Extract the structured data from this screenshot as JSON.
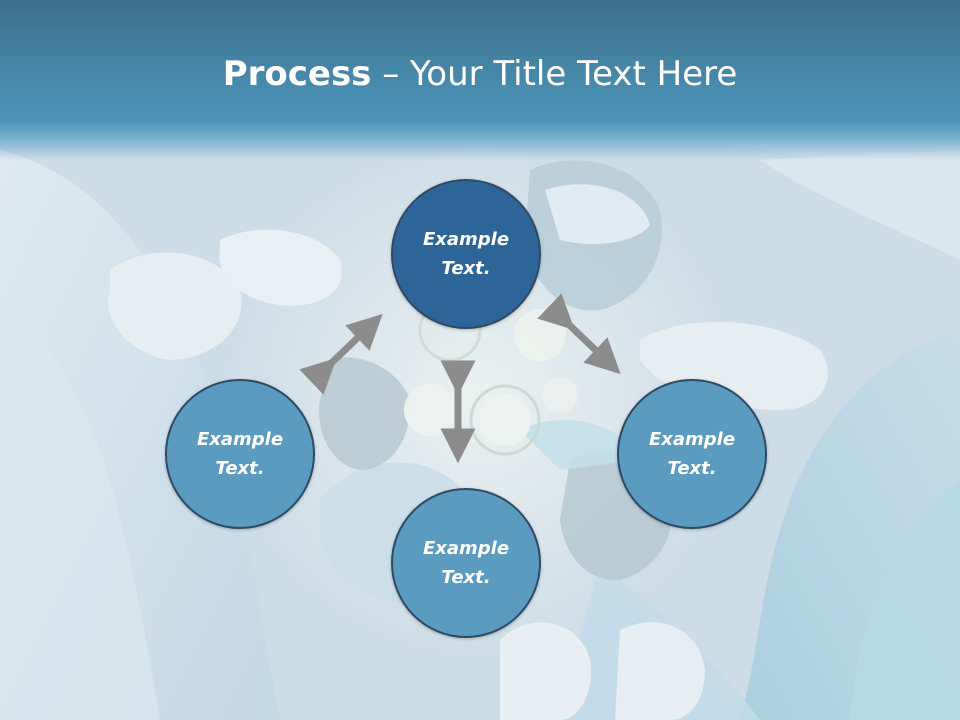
{
  "title": {
    "bold": "Process",
    "rest": " – Your Title Text Here"
  },
  "nodes": {
    "top": {
      "label": "Example\nText."
    },
    "left": {
      "label": "Example\nText."
    },
    "right": {
      "label": "Example\nText."
    },
    "bottom": {
      "label": "Example\nText."
    }
  },
  "colors": {
    "header": "#4686a7",
    "node_primary": "#2e6599",
    "node_secondary": "#5a9bbf",
    "node_border": "#2f4a63",
    "arrow": "#8c8c8c"
  }
}
